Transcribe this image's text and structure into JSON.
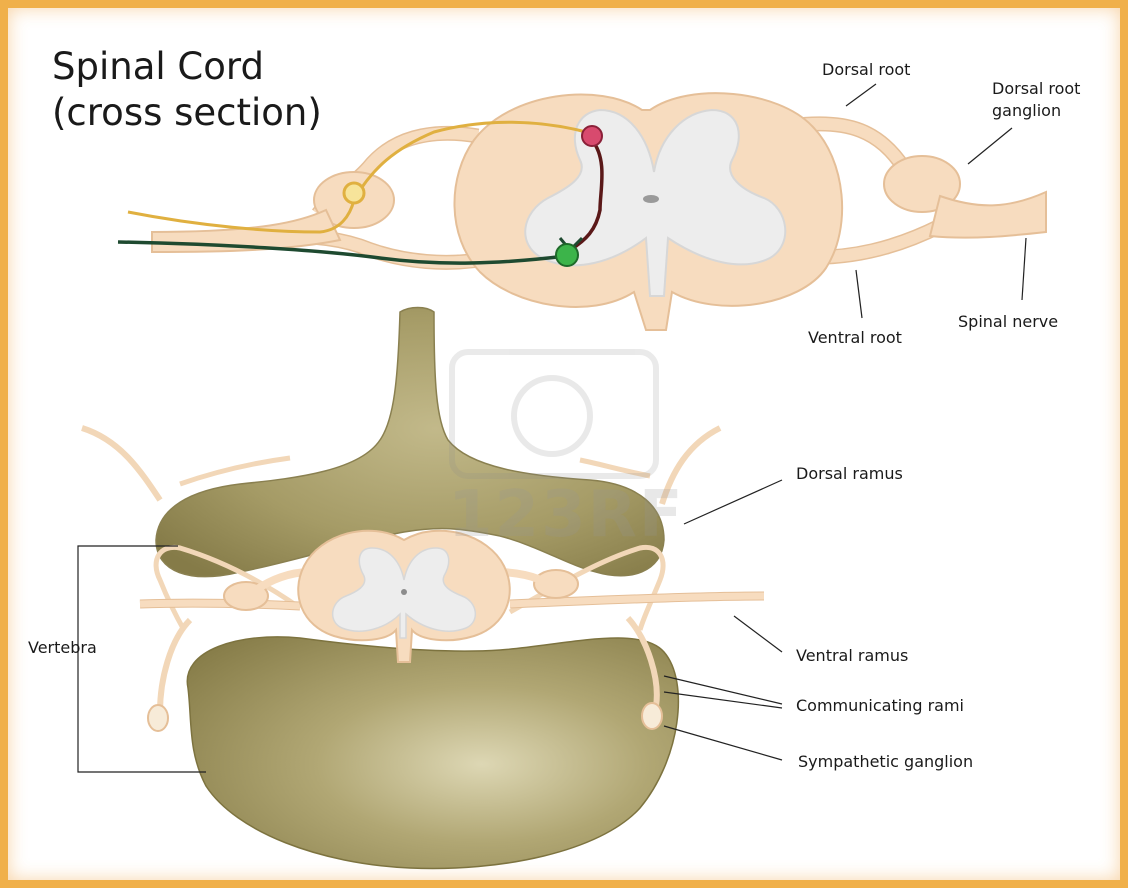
{
  "diagram": {
    "title_line1": "Spinal Cord",
    "title_line2": "(cross section)",
    "watermark": "123RF",
    "labels": {
      "dorsal_root": "Dorsal root",
      "dorsal_root_ganglion_line1": "Dorsal root",
      "dorsal_root_ganglion_line2": "ganglion",
      "ventral_root": "Ventral root",
      "spinal_nerve": "Spinal nerve",
      "dorsal_ramus": "Dorsal ramus",
      "ventral_ramus": "Ventral ramus",
      "communicating_rami": "Communicating rami",
      "sympathetic_ganglion": "Sympathetic ganglion",
      "vertebra": "Vertebra"
    },
    "colors": {
      "border": "#f0b04a",
      "tissue": "#f7dcbf",
      "tissue_outline": "#e5bf98",
      "grey_matter": "#ededed",
      "bone": "#a49a64",
      "sensory_neuron": "#e0b040",
      "motor_neuron": "#1e4a30",
      "interneuron": "#5a1818",
      "interneuron_cell": "#d84a6e",
      "motor_cell": "#3cb44a"
    }
  }
}
